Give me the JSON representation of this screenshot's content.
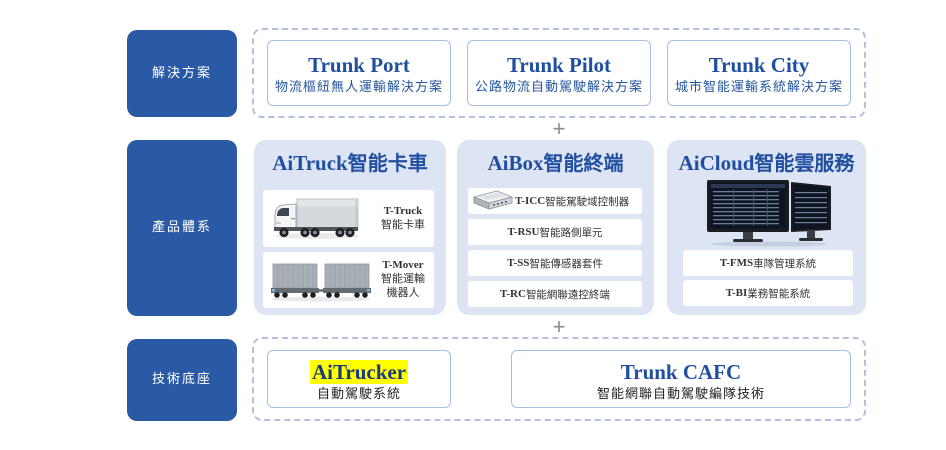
{
  "colors": {
    "layer_label_bg": "#2a5aa6",
    "accent_text": "#1f4f9e",
    "panel_bg": "#dde4f4",
    "dashed_border": "#b4c0dd",
    "box_border": "#a8bde3",
    "item_text": "#333333",
    "plus_color": "#8c8c8c",
    "highlight": "#ffff00"
  },
  "layers": {
    "solutions": "解決方案",
    "products": "產品體系",
    "technology": "技術底座"
  },
  "solutions": [
    {
      "title": "Trunk Port",
      "subtitle": "物流樞紐無人運輸解決方案"
    },
    {
      "title": "Trunk Pilot",
      "subtitle": "公路物流自動駕駛解決方案"
    },
    {
      "title": "Trunk City",
      "subtitle": "城市智能運輸系統解決方案"
    }
  ],
  "connector_symbol": "+",
  "products": {
    "aitruck": {
      "title_latin": "AiTruck",
      "title_cjk": "智能卡車",
      "items": [
        {
          "code": "T-Truck",
          "name": "智能卡車",
          "image": "truck-image"
        },
        {
          "code": "T-Mover",
          "name": "智能運輸機器人",
          "image": "mover-robot-image"
        }
      ]
    },
    "aibox": {
      "title_latin": "AiBox",
      "title_cjk": "智能終端",
      "items": [
        {
          "code": "T-ICC",
          "name": "智能駕駛域控制器",
          "image": "controller-device-image"
        },
        {
          "code": "T-RSU",
          "name": "智能路側單元"
        },
        {
          "code": "T-SS",
          "name": "智能傳感器套件"
        },
        {
          "code": "T-RC",
          "name": "智能網聯遠控終端"
        }
      ]
    },
    "aicloud": {
      "title_latin": "AiCloud",
      "title_cjk": "智能雲服務",
      "image": "monitor-image",
      "items": [
        {
          "code": "T-FMS",
          "name": "車隊管理系統"
        },
        {
          "code": "T-BI",
          "name": "業務智能系統"
        }
      ]
    }
  },
  "technology": [
    {
      "title": "AiTrucker",
      "subtitle": "自動駕駛系統"
    },
    {
      "title": "Trunk CAFC",
      "subtitle": "智能網聯自動駕駛編隊技術"
    }
  ]
}
